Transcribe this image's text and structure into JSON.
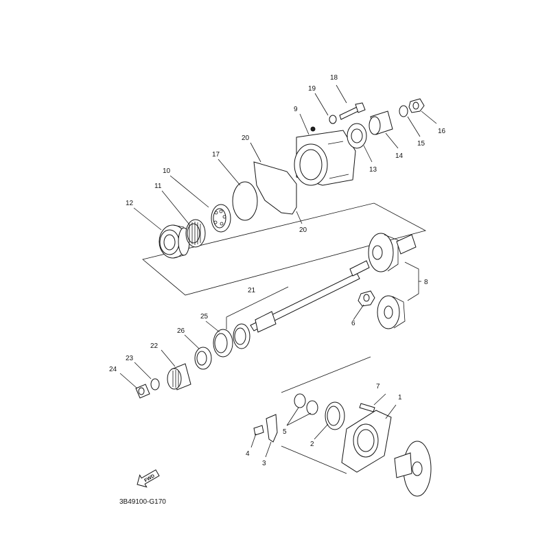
{
  "diagram_code": "3B49100-G170",
  "fwd_label": "FWD",
  "callouts": [
    {
      "id": "c1",
      "text": "1"
    },
    {
      "id": "c2",
      "text": "2"
    },
    {
      "id": "c3",
      "text": "3"
    },
    {
      "id": "c4",
      "text": "4"
    },
    {
      "id": "c5",
      "text": "5"
    },
    {
      "id": "c6",
      "text": "6"
    },
    {
      "id": "c7",
      "text": "7"
    },
    {
      "id": "c8",
      "text": "8"
    },
    {
      "id": "c9",
      "text": "9"
    },
    {
      "id": "c10",
      "text": "10"
    },
    {
      "id": "c11",
      "text": "11"
    },
    {
      "id": "c12",
      "text": "12"
    },
    {
      "id": "c13",
      "text": "13"
    },
    {
      "id": "c14",
      "text": "14"
    },
    {
      "id": "c15",
      "text": "15"
    },
    {
      "id": "c16",
      "text": "16"
    },
    {
      "id": "c17",
      "text": "17"
    },
    {
      "id": "c18",
      "text": "18"
    },
    {
      "id": "c19",
      "text": "19"
    },
    {
      "id": "c20a",
      "text": "20"
    },
    {
      "id": "c20b",
      "text": "20"
    },
    {
      "id": "c21",
      "text": "21"
    },
    {
      "id": "c22",
      "text": "22"
    },
    {
      "id": "c23",
      "text": "23"
    },
    {
      "id": "c24",
      "text": "24"
    },
    {
      "id": "c25",
      "text": "25"
    },
    {
      "id": "c26",
      "text": "26"
    }
  ]
}
